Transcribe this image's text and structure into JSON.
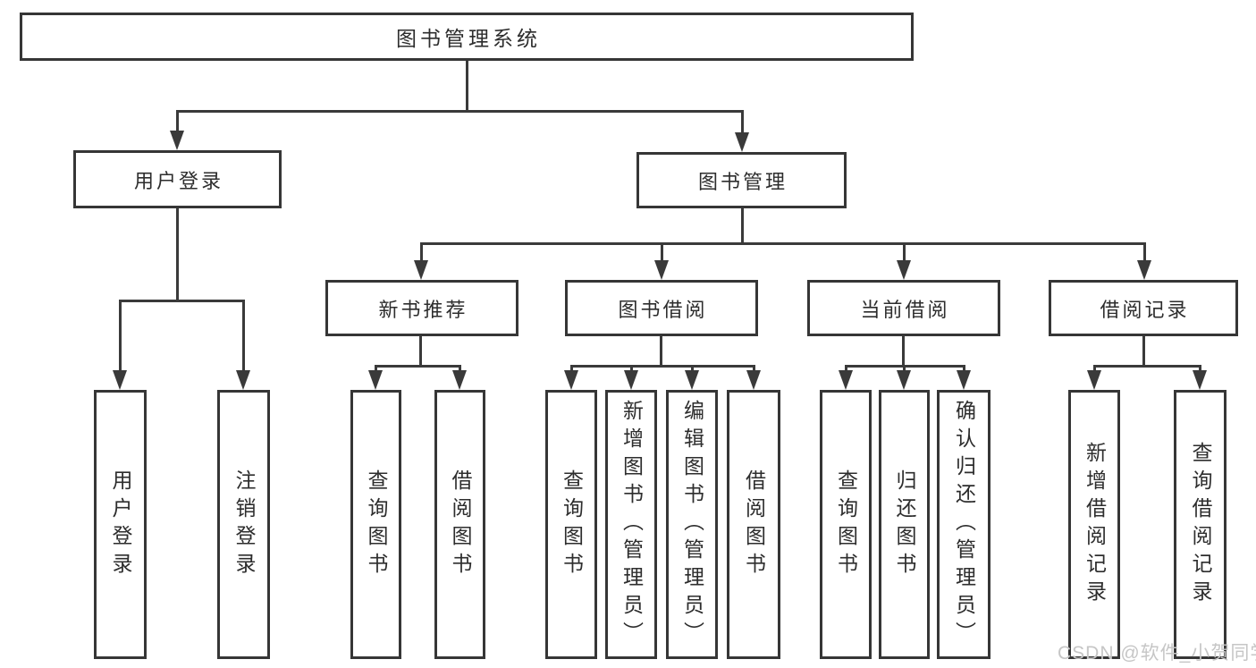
{
  "tree": {
    "label": "图书管理系统",
    "children": [
      {
        "label": "用户登录",
        "children": [
          {
            "label": "用户登录"
          },
          {
            "label": "注销登录"
          }
        ]
      },
      {
        "label": "图书管理",
        "children": [
          {
            "label": "新书推荐",
            "children": [
              {
                "label": "查询图书"
              },
              {
                "label": "借阅图书"
              }
            ]
          },
          {
            "label": "图书借阅",
            "children": [
              {
                "label": "查询图书"
              },
              {
                "label": "新增图书（管理员）"
              },
              {
                "label": "编辑图书（管理员）"
              },
              {
                "label": "借阅图书"
              }
            ]
          },
          {
            "label": "当前借阅",
            "children": [
              {
                "label": "查询图书"
              },
              {
                "label": "归还图书"
              },
              {
                "label": "确认归还（管理员）"
              }
            ]
          },
          {
            "label": "借阅记录",
            "children": [
              {
                "label": "新增借阅记录"
              },
              {
                "label": "查询借阅记录"
              }
            ]
          }
        ]
      }
    ]
  },
  "watermark": "CSDN @软件_小贺同学",
  "colors": {
    "background": "#ffffff",
    "box_fill": "#ffffff",
    "box_border": "#363636",
    "line": "#3a3a3a",
    "text": "#2d2d2d",
    "watermark_text": "#c6c6c6"
  }
}
